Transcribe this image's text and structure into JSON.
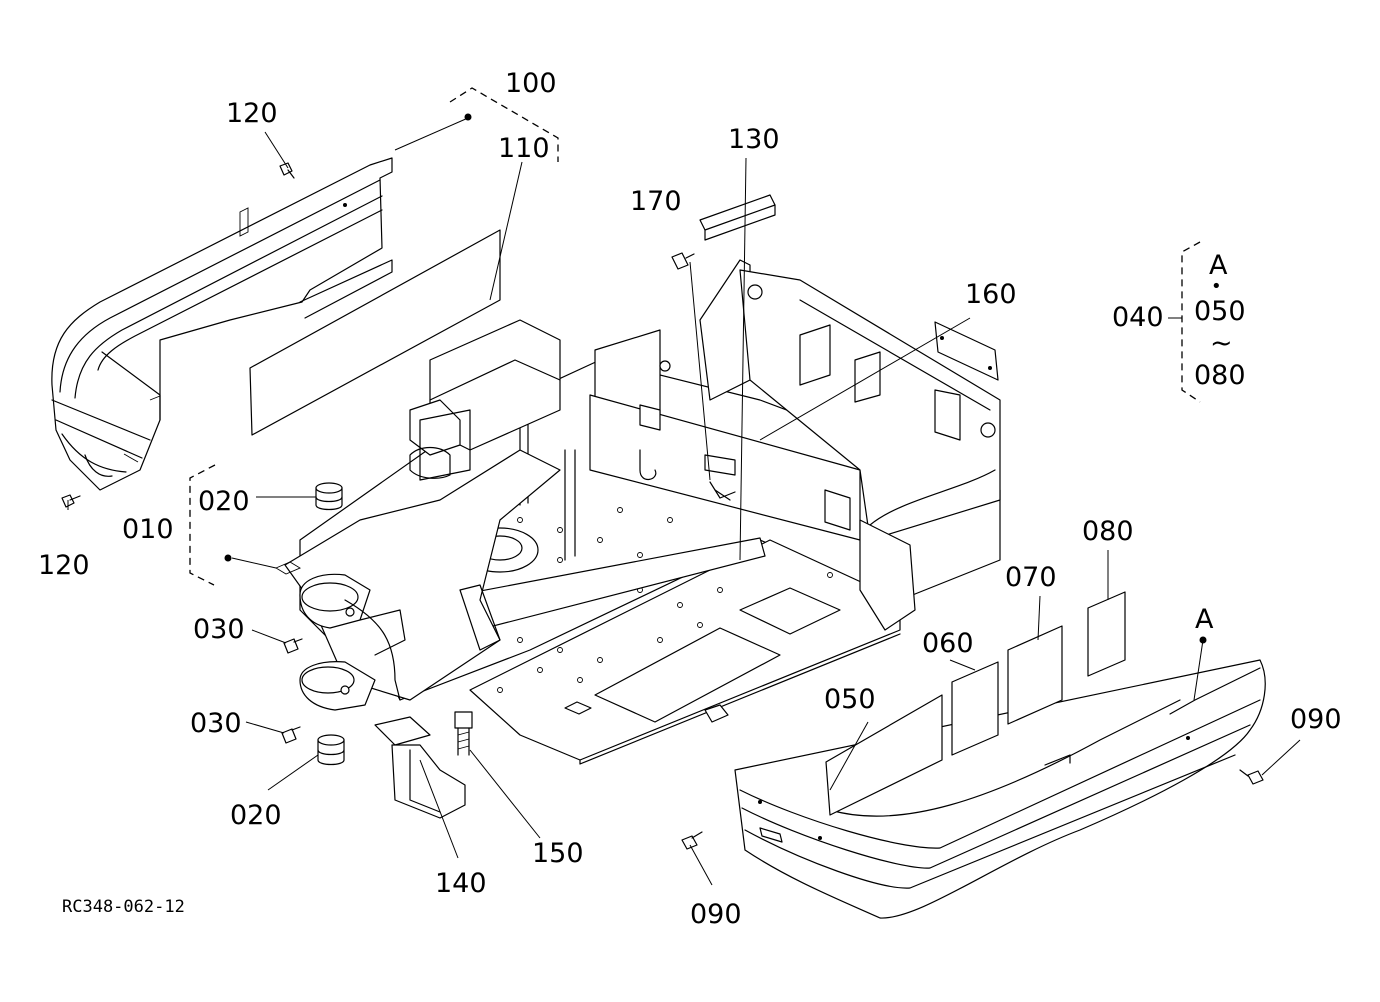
{
  "labels": {
    "p010": "010",
    "p020a": "020",
    "p020b": "020",
    "p030a": "030",
    "p030b": "030",
    "p040": "040",
    "p050": "050",
    "p050_list": "050",
    "p060": "060",
    "p070": "070",
    "p080": "080",
    "p080_list": "080",
    "p090a": "090",
    "p090b": "090",
    "p100": "100",
    "p110": "110",
    "p120a": "120",
    "p120b": "120",
    "p130": "130",
    "p140": "140",
    "p150": "150",
    "p160": "160",
    "p170": "170",
    "ref_a_list": "A",
    "ref_a_part": "A",
    "list_dot": "•",
    "list_range": "~"
  },
  "drawing_code": "RC348-062-12"
}
